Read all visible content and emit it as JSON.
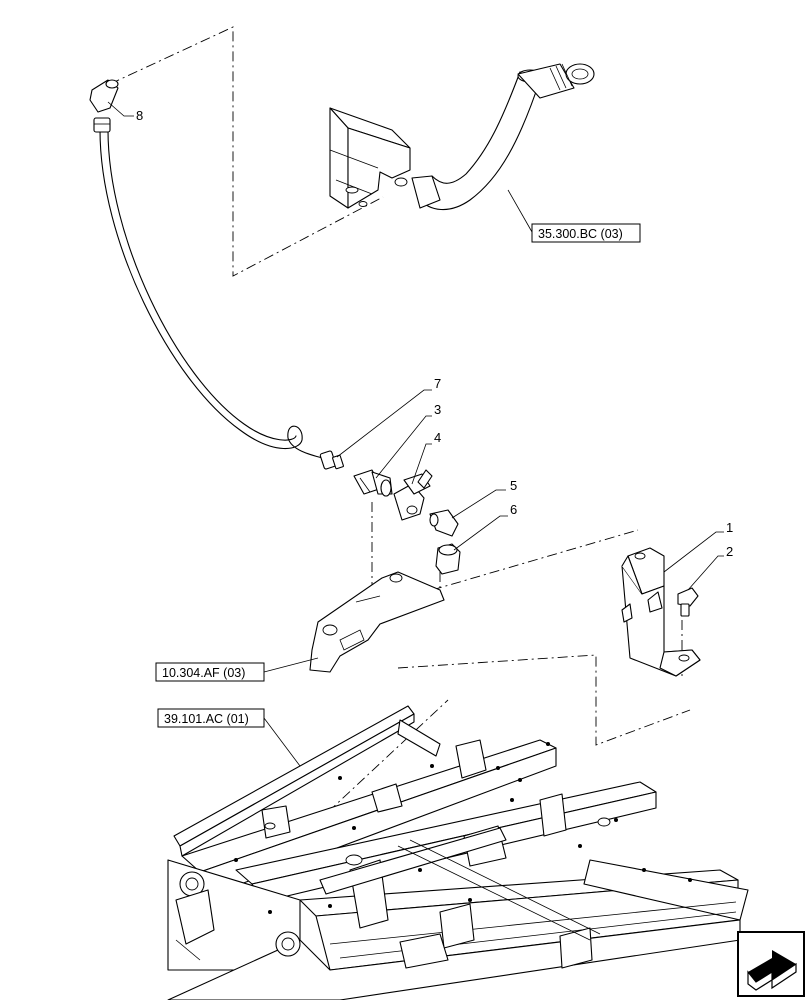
{
  "callouts": {
    "c1": "1",
    "c2": "2",
    "c3": "3",
    "c4": "4",
    "c5": "5",
    "c6": "6",
    "c7": "7",
    "c8": "8"
  },
  "references": {
    "ref_hyd": "35.300.BC (03)",
    "ref_bracket": "10.304.AF (03)",
    "ref_frame": "39.101.AC (01)"
  },
  "icons": {
    "corner": "next-page-arrow-icon"
  }
}
